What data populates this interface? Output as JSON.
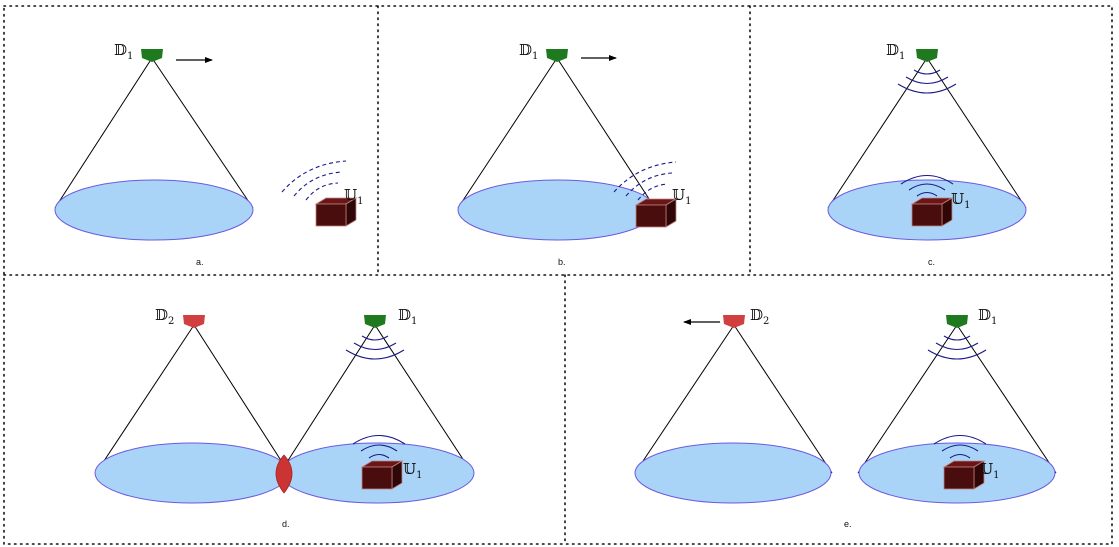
{
  "colors": {
    "coverage_fill": "#aad4f7",
    "coverage_stroke": "#6a5ae0",
    "drone_green": "#1f7a1f",
    "drone_red": "#d04040",
    "signal_blue": "#1a1a8a",
    "box_front": "#4a0d0d",
    "box_top": "#6b1616",
    "box_side": "#2f0707",
    "box_edge": "#c08080",
    "overlap_red": "#cc3333"
  },
  "panels": [
    {
      "id": "a",
      "label": "a.",
      "drones": [
        {
          "symbol": "𝔻",
          "index": "1",
          "color": "green",
          "arrow": "right"
        }
      ],
      "user": {
        "symbol": "𝕌",
        "index": "1",
        "location": "outside",
        "waves": "dashed"
      }
    },
    {
      "id": "b",
      "label": "b.",
      "drones": [
        {
          "symbol": "𝔻",
          "index": "1",
          "color": "green",
          "arrow": "right"
        }
      ],
      "user": {
        "symbol": "𝕌",
        "index": "1",
        "location": "edge",
        "waves": "dashed"
      }
    },
    {
      "id": "c",
      "label": "c.",
      "drones": [
        {
          "symbol": "𝔻",
          "index": "1",
          "color": "green",
          "arrow": "none"
        }
      ],
      "user": {
        "symbol": "𝕌",
        "index": "1",
        "location": "inside",
        "waves": "solid"
      }
    },
    {
      "id": "d",
      "label": "d.",
      "drones": [
        {
          "symbol": "𝔻",
          "index": "2",
          "color": "red",
          "arrow": "none"
        },
        {
          "symbol": "𝔻",
          "index": "1",
          "color": "green",
          "arrow": "none"
        }
      ],
      "user": {
        "symbol": "𝕌",
        "index": "1",
        "location": "inside",
        "waves": "solid"
      },
      "overlap": true
    },
    {
      "id": "e",
      "label": "e.",
      "drones": [
        {
          "symbol": "𝔻",
          "index": "2",
          "color": "red",
          "arrow": "left"
        },
        {
          "symbol": "𝔻",
          "index": "1",
          "color": "green",
          "arrow": "none"
        }
      ],
      "user": {
        "symbol": "𝕌",
        "index": "1",
        "location": "inside",
        "waves": "solid"
      }
    }
  ]
}
